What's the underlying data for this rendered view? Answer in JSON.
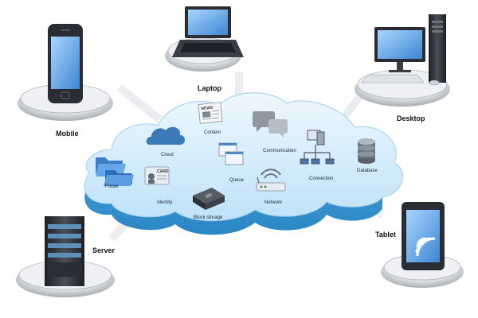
{
  "devices": {
    "mobile": "Mobile",
    "laptop": "Laptop",
    "desktop": "Desktop",
    "server": "Server",
    "tablet": "Tablet"
  },
  "services": {
    "cloud": "Cloud",
    "content": "Content",
    "communication": "Communication",
    "connection": "Connection",
    "database": "Database",
    "folder": "Folder",
    "identity": "Identity",
    "queue": "Queue",
    "network": "Network",
    "block_storage": "Block storage",
    "card_text": "CARD",
    "news_text": "NEWS"
  },
  "colors": {
    "cloud_top": "#d8eefc",
    "cloud_side": "#3fa0da",
    "device_dark": "#2a2d33",
    "screen_blue": "#6aaee8",
    "pedestal": "#c9ccd1"
  }
}
